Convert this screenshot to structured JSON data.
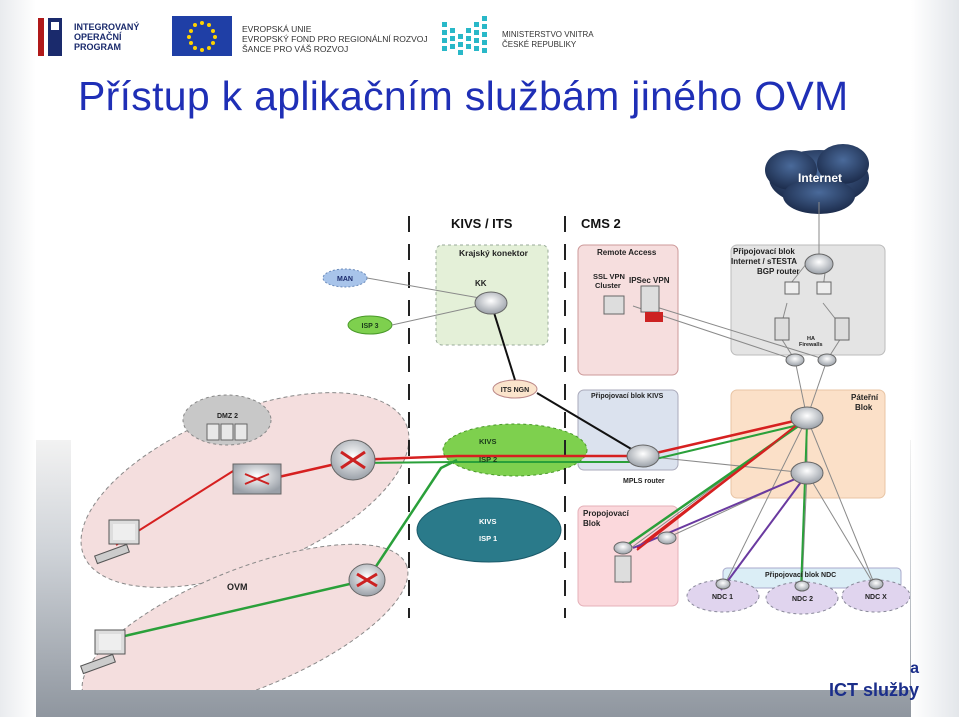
{
  "header": {
    "logo_iop": [
      "INTEGROVANÝ",
      "OPERAČNÍ",
      "PROGRAM"
    ],
    "logo_eu": [
      "EVROPSKÁ UNIE",
      "EVROPSKÝ FOND PRO REGIONÁLNÍ ROZVOJ",
      "ŠANCE PRO VÁŠ ROZVOJ"
    ],
    "logo_mv": [
      "MINISTERSTVO VNITRA",
      "ČESKÉ REPUBLIKY"
    ]
  },
  "title": "Přístup k aplikačním službám jiného OVM",
  "diagram": {
    "internet": "Internet",
    "section_kivs_its": "KIVS / ITS",
    "section_cms2": "CMS 2",
    "krajsky_konektor": "Krajský konektor",
    "kk": "KK",
    "remote_access": "Remote Access",
    "ssl_vpn": [
      "SSL VPN",
      "Cluster"
    ],
    "ipsec_vpn": "IPSec VPN",
    "pripojovaci_blok_internet": [
      "Připojovací blok",
      "Internet / sTESTA",
      "BGP router"
    ],
    "ha_firewalls": [
      "HA",
      "Firewalls"
    ],
    "man": "MAN",
    "isp3": "ISP 3",
    "its_ngn": "ITS NGN",
    "pripojovaci_blok_kivs": "Připojovací blok KIVS",
    "patereni_blok": [
      "Páteřní",
      "Blok"
    ],
    "dmz2": "DMZ 2",
    "kivs_isp2": [
      "KIVS",
      "ISP 2"
    ],
    "kivs_isp1": [
      "KIVS",
      "ISP 1"
    ],
    "mpls_router": "MPLS router",
    "propojovaci_blok": [
      "Propojovací",
      "Blok"
    ],
    "pripojovaci_blok_ndc": "Připojovací blok NDC",
    "ndc1": "NDC 1",
    "ndc2": "NDC 2",
    "ndcx": "NDC X",
    "ovm": "OVM"
  },
  "footer_brand": [
    "a",
    "ICT služby"
  ],
  "colors": {
    "title": "#1f2fb6",
    "red_line": "#d62020",
    "green_line": "#2aa03a",
    "purple_line": "#6a3aa0",
    "ovm_zone": "#f4dede",
    "kivs_its_zone": "#e4f0d8",
    "cms_zone": "#f6dede",
    "patereni_zone": "#fbe0c8",
    "ndc_zone": "#e0d4ee"
  }
}
